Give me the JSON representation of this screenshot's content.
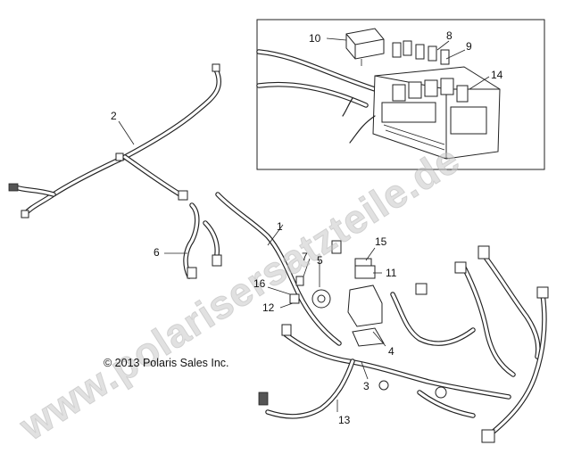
{
  "diagram": {
    "copyright": "© 2013 Polaris Sales Inc.",
    "watermark": "www.polarisersatzteile.de",
    "callouts": [
      "1",
      "2",
      "3",
      "4",
      "5",
      "6",
      "7",
      "8",
      "9",
      "10",
      "11",
      "12",
      "13",
      "14",
      "15",
      "16"
    ]
  },
  "colors": {
    "line": "#222222",
    "watermark": "#c8c8c8",
    "background": "#ffffff"
  }
}
